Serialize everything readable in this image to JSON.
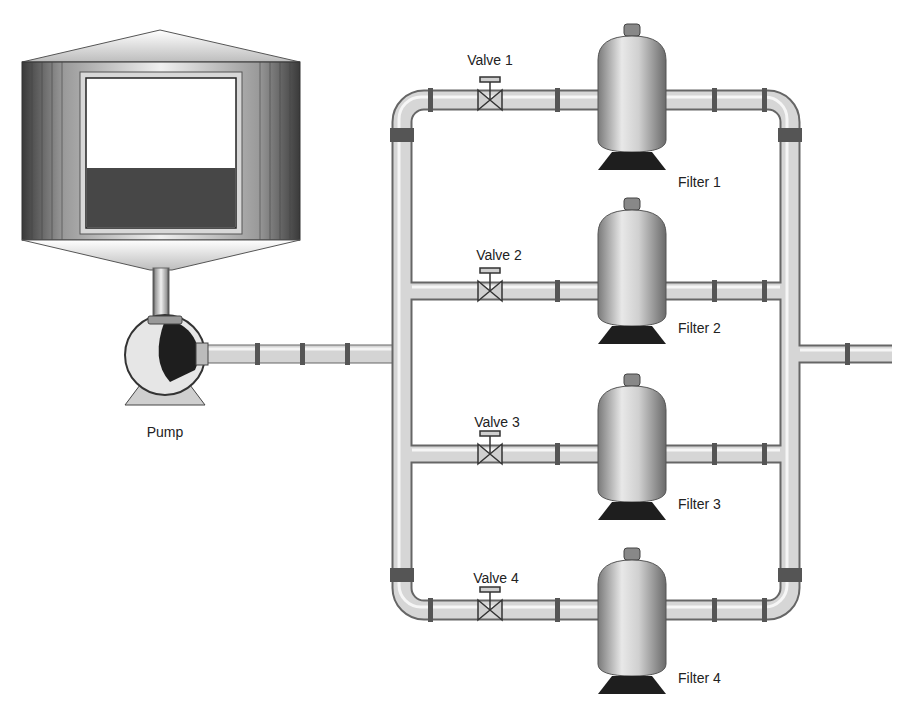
{
  "diagram": {
    "labels": [
      "Valve 1",
      "Filter 1",
      "Valve 2",
      "Filter 2",
      "Pump",
      "Valve 3",
      "Filter 3",
      "Valve 4",
      "Filter 4"
    ]
  }
}
